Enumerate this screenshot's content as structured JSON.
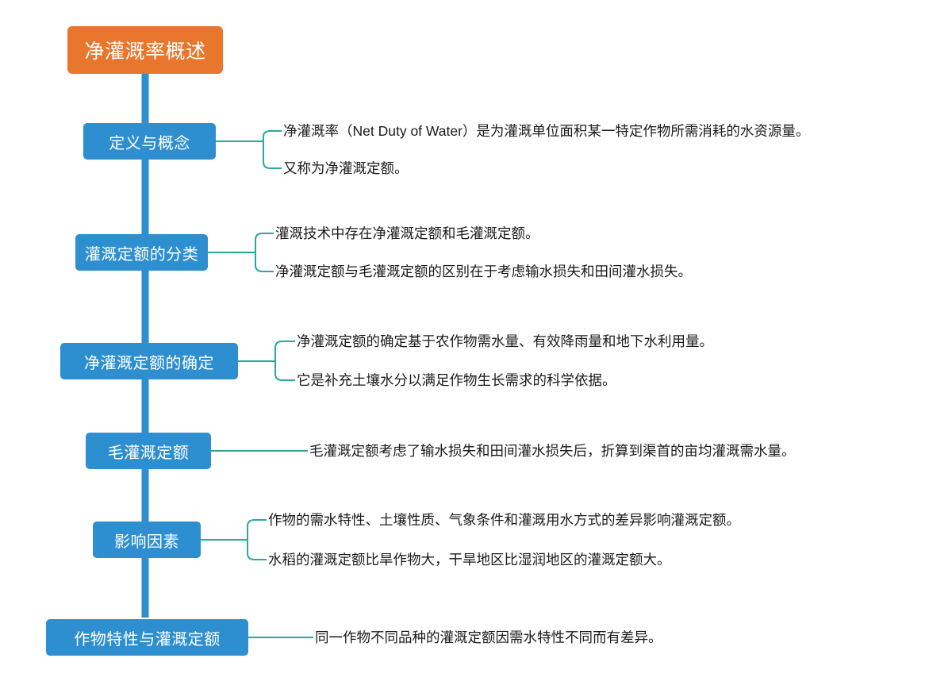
{
  "colors": {
    "root_fill": "#e8762c",
    "branch_fill": "#2e8fd0",
    "trunk_line": "#2e8fd0",
    "detail_line": "#2aa89a",
    "root_text": "#ffffff",
    "branch_text": "#ffffff",
    "detail_text": "#1a1a1a",
    "background": "#ffffff"
  },
  "root": {
    "label": "净灌溉率概述"
  },
  "branches": [
    {
      "label": "定义与概念",
      "details": [
        "净灌溉率（Net Duty of Water）是为灌溉单位面积某一特定作物所需消耗的水资源量。",
        "又称为净灌溉定额。"
      ]
    },
    {
      "label": "灌溉定额的分类",
      "details": [
        "灌溉技术中存在净灌溉定额和毛灌溉定额。",
        "净灌溉定额与毛灌溉定额的区别在于考虑输水损失和田间灌水损失。"
      ]
    },
    {
      "label": "净灌溉定额的确定",
      "details": [
        "净灌溉定额的确定基于农作物需水量、有效降雨量和地下水利用量。",
        "它是补充土壤水分以满足作物生长需求的科学依据。"
      ]
    },
    {
      "label": "毛灌溉定额",
      "details": [
        "毛灌溉定额考虑了输水损失和田间灌水损失后，折算到渠首的亩均灌溉需水量。"
      ]
    },
    {
      "label": "影响因素",
      "details": [
        "作物的需水特性、土壤性质、气象条件和灌溉用水方式的差异影响灌溉定额。",
        "水稻的灌溉定额比旱作物大，干旱地区比湿润地区的灌溉定额大。"
      ]
    },
    {
      "label": "作物特性与灌溉定额",
      "details": [
        "同一作物不同品种的灌溉定额因需水特性不同而有差异。"
      ]
    }
  ]
}
